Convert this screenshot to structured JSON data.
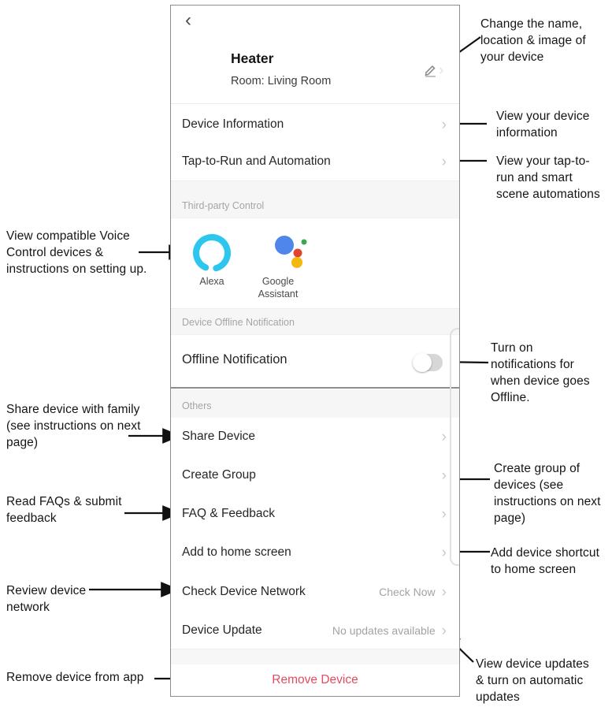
{
  "colors": {
    "remove_red": "#e24c5e",
    "alexa_cyan": "#2dc6ef",
    "google_blue": "#4e86ec",
    "google_red": "#e0442f",
    "google_green": "#3ba84f",
    "google_yellow": "#f6b80e",
    "toggle_track_off": "#d7d7d7"
  },
  "phone": {
    "back_icon": "‹",
    "header": {
      "name": "Heater",
      "room": "Room: Living Room"
    },
    "top_rows": [
      {
        "label": "Device Information"
      },
      {
        "label": "Tap-to-Run and Automation"
      }
    ],
    "third_party": {
      "header": "Third-party Control",
      "services": [
        {
          "name": "Alexa"
        },
        {
          "name": "Google Assistant"
        }
      ]
    },
    "offline": {
      "header": "Device Offline Notification",
      "row_label": "Offline Notification",
      "toggle_state": "off"
    },
    "others": {
      "header": "Others",
      "rows": [
        {
          "label": "Share Device",
          "value": ""
        },
        {
          "label": "Create Group",
          "value": ""
        },
        {
          "label": "FAQ & Feedback",
          "value": ""
        },
        {
          "label": "Add to home screen",
          "value": ""
        },
        {
          "label": "Check Device Network",
          "value": "Check Now"
        },
        {
          "label": "Device Update",
          "value": "No updates available"
        }
      ]
    },
    "remove_button": "Remove Device"
  },
  "annotations": {
    "right": [
      {
        "text": "Change the name,\nlocation & image of\nyour device"
      },
      {
        "text": "View your device\ninformation"
      },
      {
        "text": "View your tap-to-\nrun and smart\nscene automations"
      },
      {
        "text": "Turn on\nnotifications for\nwhen device goes\nOffline."
      },
      {
        "text": "Create group of\ndevices (see\ninstructions on next\npage)"
      },
      {
        "text": "Add device shortcut\nto home screen"
      },
      {
        "text": "View device updates\n& turn on automatic\nupdates"
      }
    ],
    "left": [
      {
        "text": "View compatible Voice\nControl devices &\ninstructions on setting up."
      },
      {
        "text": "Share device with family\n(see instructions on next\npage)"
      },
      {
        "text": "Read FAQs & submit\nfeedback"
      },
      {
        "text": "Review device\nnetwork"
      },
      {
        "text": "Remove device from app"
      }
    ]
  }
}
